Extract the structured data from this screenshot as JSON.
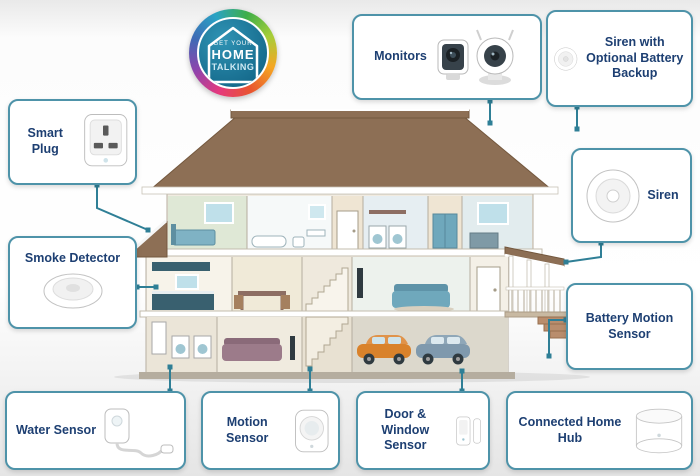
{
  "logo": {
    "line1": "GET YOUR",
    "line2": "HOME",
    "line3": "TALKING"
  },
  "callouts": {
    "monitors": {
      "label": "Monitors",
      "icon": "wireless-cameras-icon"
    },
    "siren_battery": {
      "label": "Siren with Optional Battery Backup",
      "icon": "siren-top-icon"
    },
    "smart_plug": {
      "label": "Smart Plug",
      "icon": "smart-plug-icon"
    },
    "siren": {
      "label": "Siren",
      "icon": "siren-icon"
    },
    "smoke_detector": {
      "label": "Smoke Detector",
      "icon": "smoke-detector-icon"
    },
    "battery_motion_sensor": {
      "label": "Battery Motion Sensor"
    },
    "water_sensor": {
      "label": "Water Sensor",
      "icon": "water-sensor-icon"
    },
    "motion_sensor": {
      "label": "Motion Sensor",
      "icon": "motion-sensor-icon"
    },
    "door_window_sensor": {
      "label": "Door & Window Sensor",
      "icon": "door-window-sensor-icon"
    },
    "connected_home_hub": {
      "label": "Connected Home Hub",
      "icon": "home-hub-icon"
    }
  },
  "colors": {
    "accent_teal": "#2f7f96",
    "callout_border": "#4e93a9",
    "label_text": "#1d3f72",
    "roof_brown": "#8d6f55",
    "logo_inner_blue": "#0e5e80"
  }
}
